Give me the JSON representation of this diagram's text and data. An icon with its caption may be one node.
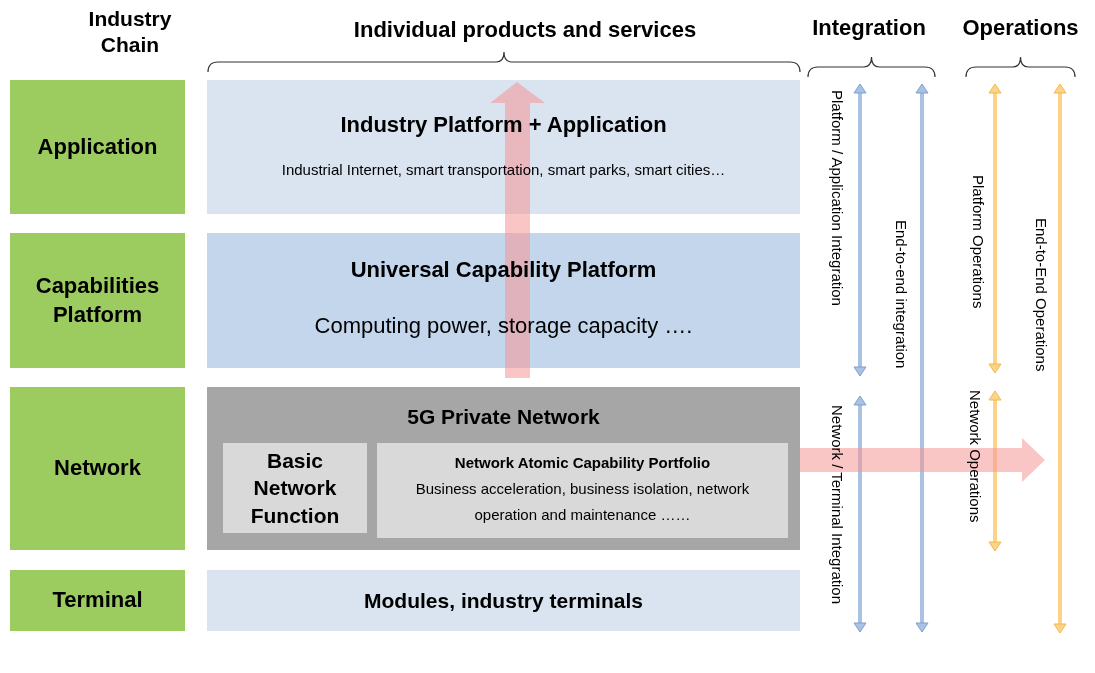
{
  "diagram": {
    "nodes": [
      {
        "text": [
          "Application"
        ]
      },
      {
        "text": [
          "Capabilities Platform"
        ]
      },
      {
        "text": [
          "Network"
        ]
      },
      {
        "text": [
          "Terminal"
        ]
      },
      {
        "text": [
          "Industry Platform + Application",
          "Industrial Internet, smart transportation, smart parks, smart cities…"
        ]
      },
      {
        "text": [
          "Universal Capability Platform",
          "Computing power, storage capacity …."
        ]
      },
      {
        "text": [
          "5G Private Network"
        ]
      },
      {
        "text": [
          "Basic Network Function"
        ],
        "in": 6
      },
      {
        "text": [
          "Network Atomic Capability Portfolio",
          "Business acceleration, business isolation, network operation and maintenance ……"
        ],
        "in": 6
      },
      {
        "text": [
          "Modules, industry terminals"
        ]
      }
    ],
    "labels": [
      "Industry Chain",
      "Individual products and services",
      "Integration",
      "Operations",
      "Platform / Application Integration",
      "Network / Terminal Integration",
      "End-to-end integration",
      "Platform Operations",
      "Network Operations",
      "End-to-End Operations"
    ]
  }
}
